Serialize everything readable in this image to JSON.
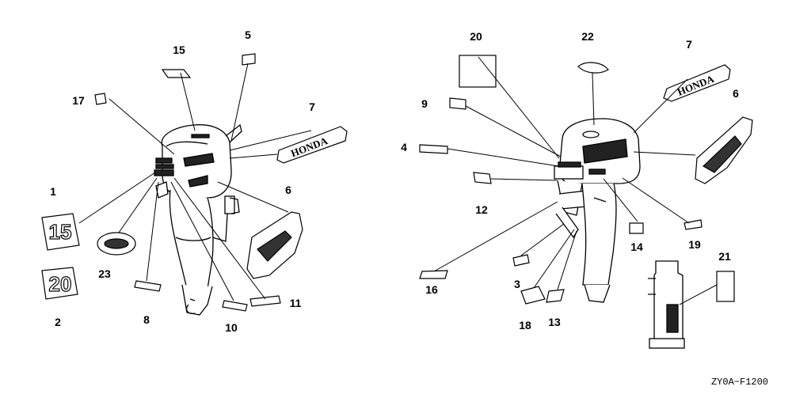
{
  "diagram": {
    "type": "parts-exploded-view",
    "line_color": "#000000",
    "background": "#ffffff",
    "left_group": {
      "callouts": [
        "1",
        "2",
        "5",
        "6",
        "7",
        "8",
        "10",
        "11",
        "15",
        "17",
        "23"
      ]
    },
    "right_group": {
      "callouts": [
        "3",
        "4",
        "6",
        "7",
        "9",
        "12",
        "13",
        "14",
        "16",
        "18",
        "19",
        "20",
        "21",
        "22"
      ]
    },
    "decal_text": {
      "brand": "HONDA",
      "decal_15": "15",
      "decal_20": "20"
    },
    "diagram_code": "ZY0A−F1200"
  }
}
